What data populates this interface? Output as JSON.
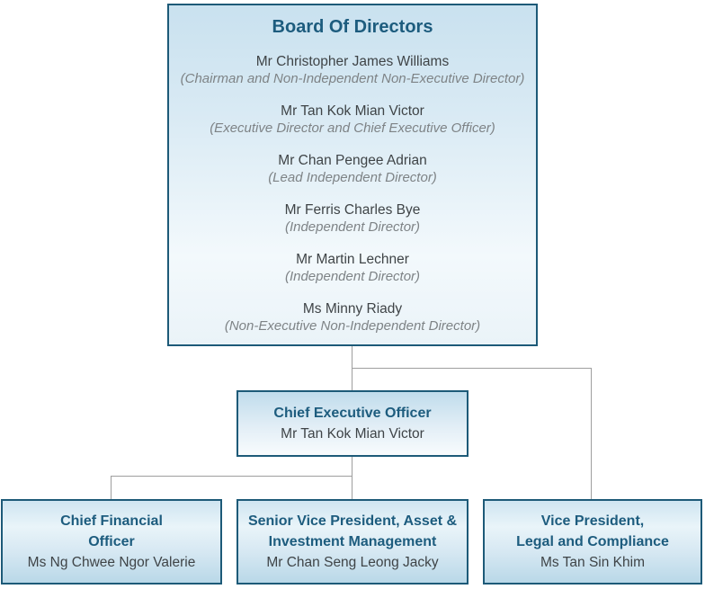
{
  "colors": {
    "title_blue": "#1d5c7e",
    "border_blue": "#1d5a78",
    "name_text": "#3f4447",
    "role_text": "#7e8386",
    "line_gray": "#9e9e9e",
    "fill_top": "#c9e1ef",
    "fill_pale": "#f3f9fc",
    "fill_deep": "#b9d8e8"
  },
  "board": {
    "title": "Board Of Directors",
    "members": [
      {
        "name": "Mr Christopher James Williams",
        "role": "(Chairman and Non-Independent Non-Executive Director)"
      },
      {
        "name": "Mr Tan Kok Mian Victor",
        "role": "(Executive Director and Chief Executive Officer)"
      },
      {
        "name": "Mr Chan Pengee Adrian",
        "role": "(Lead Independent Director)"
      },
      {
        "name": "Mr Ferris Charles Bye",
        "role": "(Independent Director)"
      },
      {
        "name": "Mr Martin Lechner",
        "role": "(Independent Director)"
      },
      {
        "name": "Ms Minny Riady",
        "role": "(Non-Executive Non-Independent Director)"
      }
    ]
  },
  "ceo": {
    "title": "Chief Executive Officer",
    "name": "Mr Tan Kok Mian Victor"
  },
  "reports": [
    {
      "title": "Chief Financial\nOfficer",
      "name": "Ms Ng Chwee Ngor Valerie"
    },
    {
      "title": "Senior Vice President, Asset &\nInvestment Management",
      "name": "Mr Chan Seng Leong Jacky"
    },
    {
      "title": "Vice President,\nLegal and Compliance",
      "name": "Ms Tan Sin Khim"
    }
  ]
}
